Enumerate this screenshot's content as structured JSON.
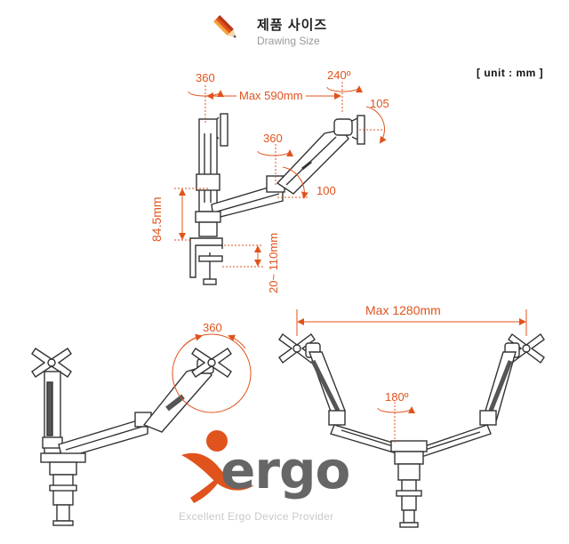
{
  "header": {
    "title_ko": "제품 사이즈",
    "title_en": "Drawing Size",
    "unit_label": "[ unit : mm ]"
  },
  "dimensions": {
    "rot_360_top": "360",
    "rot_240": "240º",
    "max_590": "Max 590mm",
    "tilt_105": "105",
    "rot_360_mid": "360",
    "tilt_100": "100",
    "height_845": "84.5mm",
    "clamp_range": "20~ 110mm",
    "rot_360_panel": "360",
    "max_1280": "Max 1280mm",
    "rot_180": "180º"
  },
  "brand": {
    "logo_text": "ergo",
    "tagline": "Excellent Ergo Device Provider"
  },
  "colors": {
    "accent": "#e0531d",
    "line": "#333333",
    "logo_gray": "#666666"
  }
}
